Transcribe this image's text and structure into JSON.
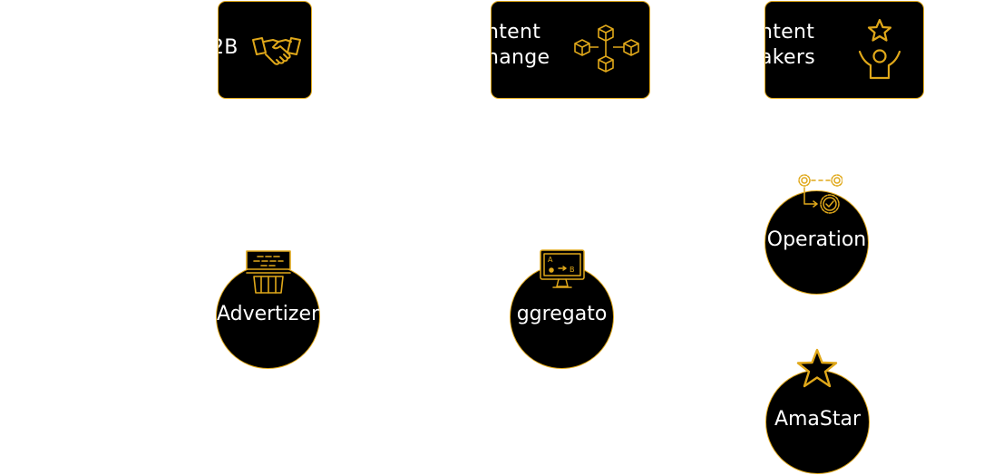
{
  "cards": [
    {
      "id": "b2b",
      "label": "2B",
      "icon": "handshake-icon"
    },
    {
      "id": "content-exchange",
      "label": "ntent\nhange",
      "icon": "cubes-network-icon"
    },
    {
      "id": "content-makers",
      "label": "ntent\nakers",
      "icon": "person-star-icon"
    }
  ],
  "nodes": [
    {
      "id": "advertizer",
      "label": "Advertizer",
      "icon": "billboard-icon"
    },
    {
      "id": "aggregator",
      "label": "ggregato",
      "icon": "monitor-ab-icon"
    },
    {
      "id": "operation",
      "label": "Operation",
      "icon": "gears-check-icon"
    },
    {
      "id": "amastar",
      "label": "AmaStar",
      "icon": "star-icon"
    }
  ],
  "colors": {
    "accent": "#e0a81a",
    "node_fill": "#000000",
    "text": "#ffffff",
    "background": "#ffffff"
  }
}
